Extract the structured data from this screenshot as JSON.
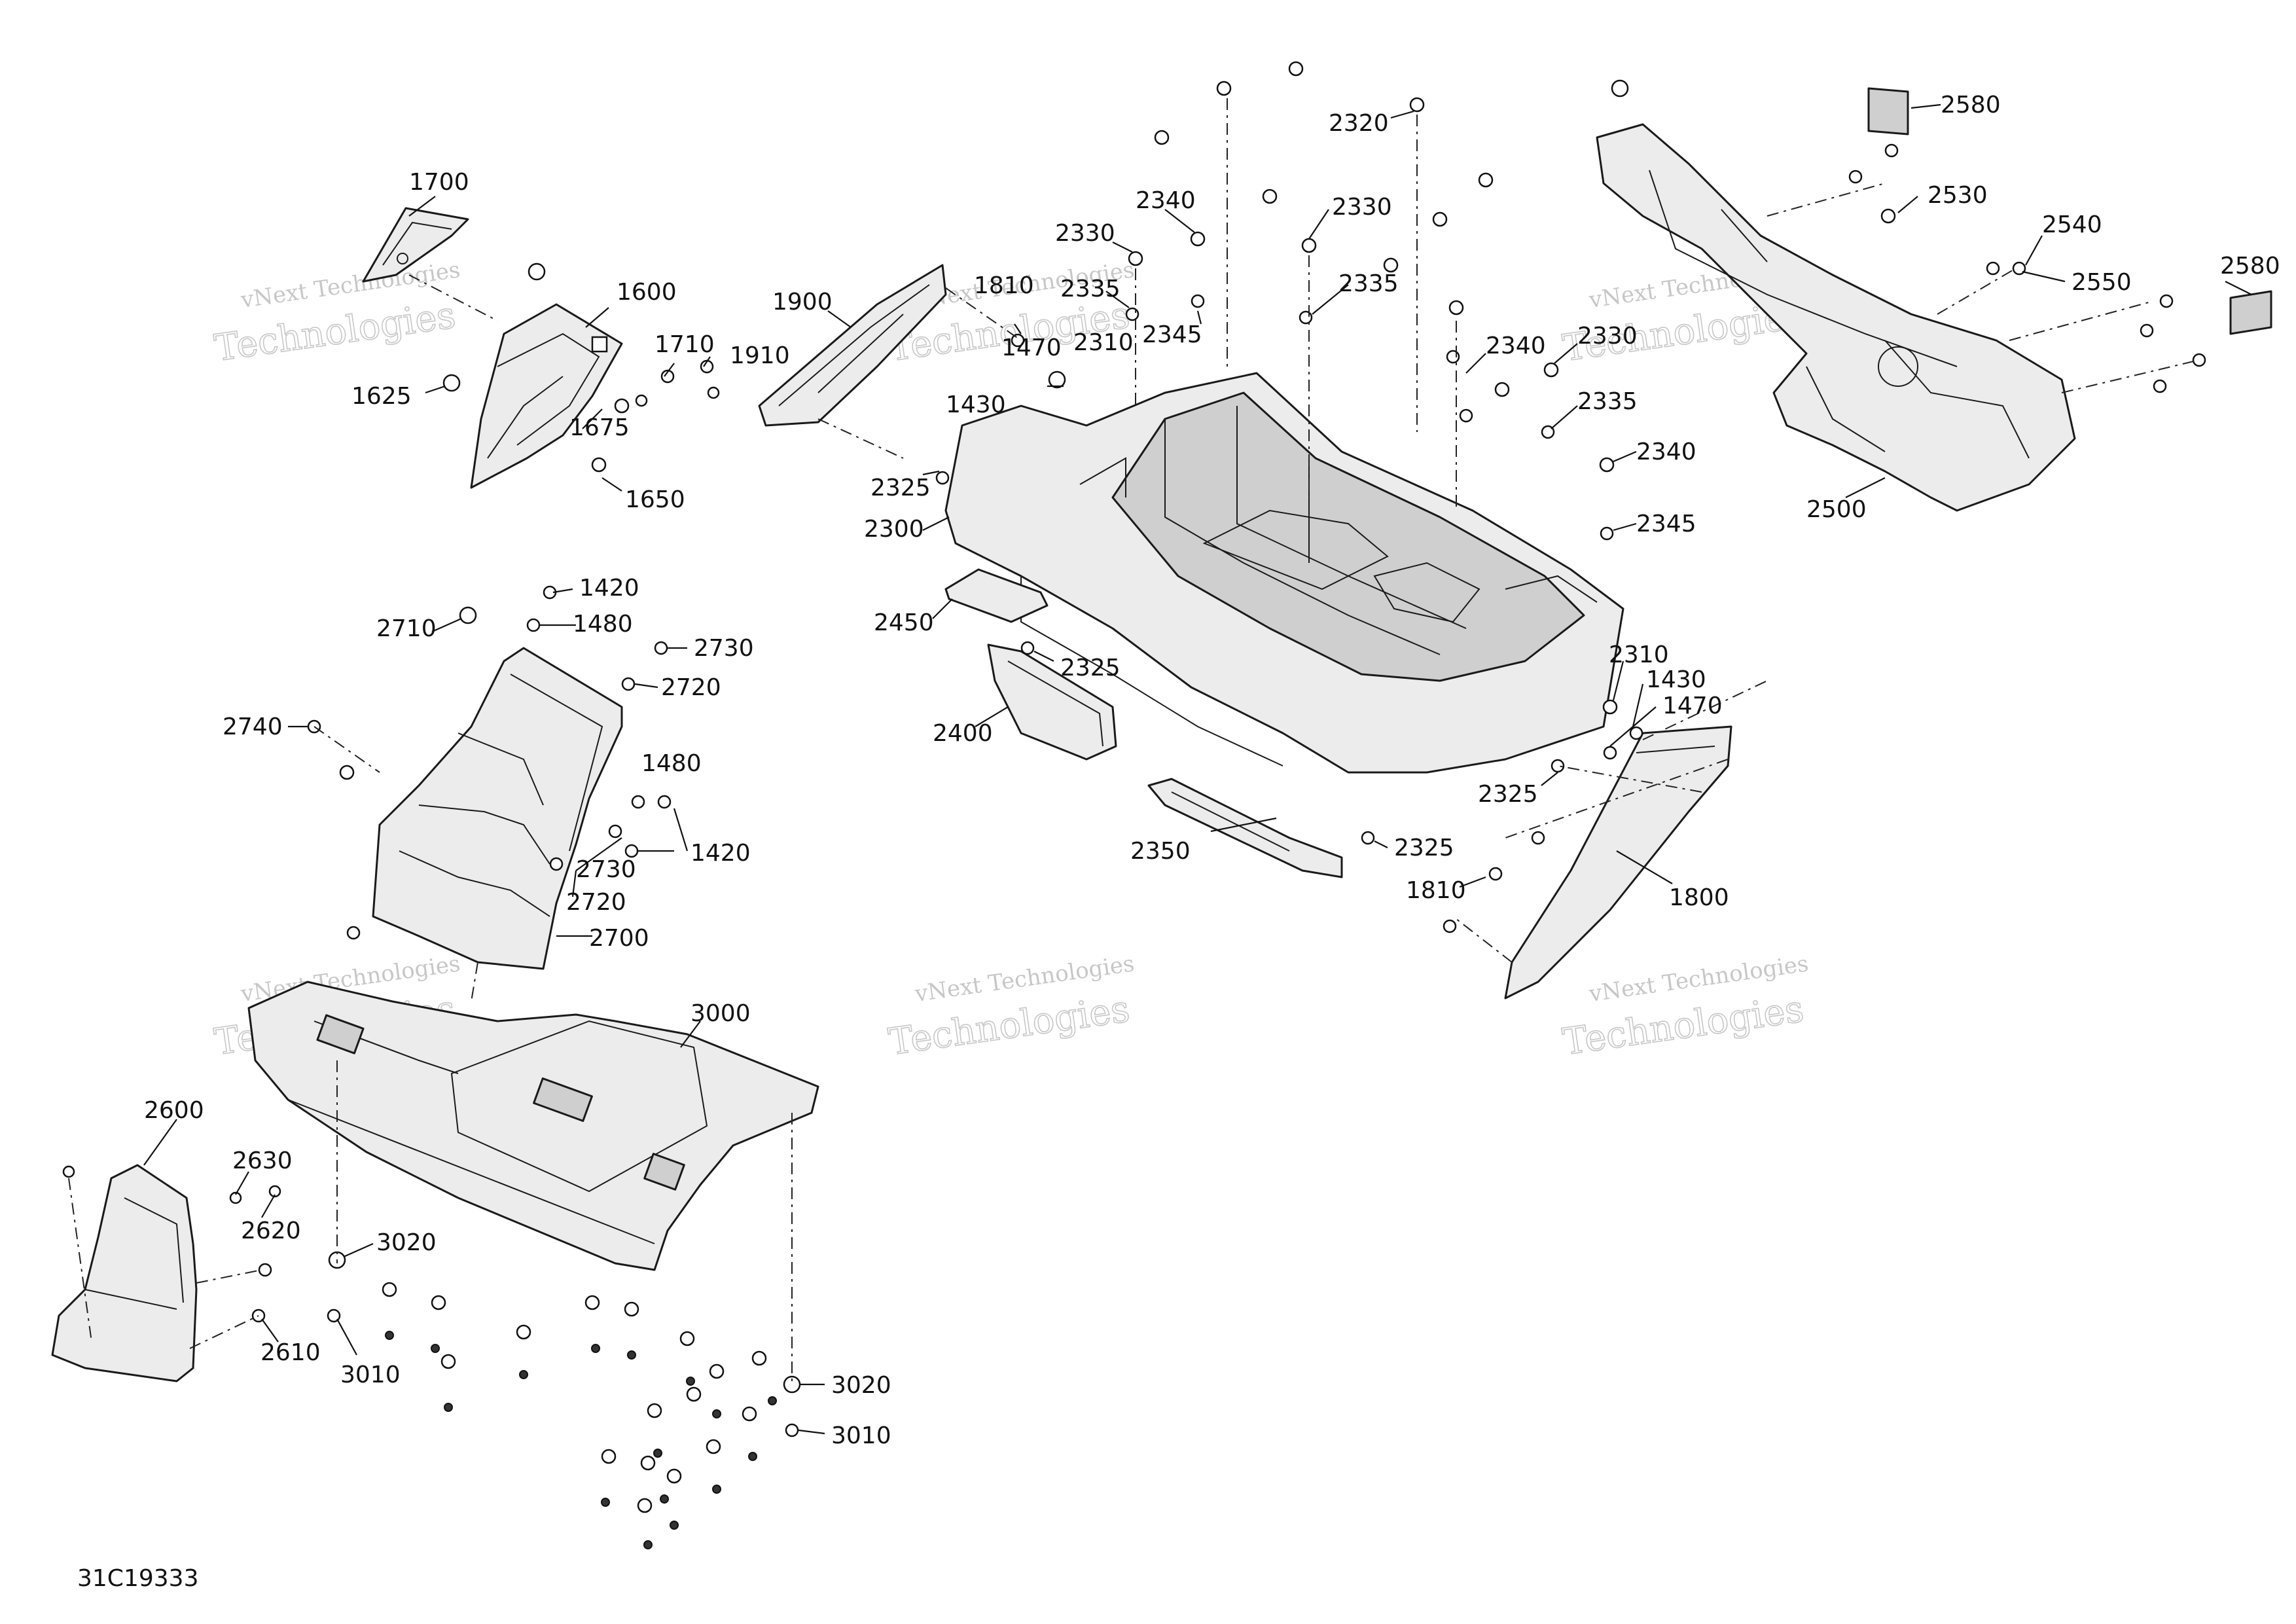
{
  "diagram_code": "31C19333",
  "watermark": {
    "line1": "vNext Technologies",
    "line2": "Technologies"
  },
  "callouts": [
    {
      "id": "c1700",
      "text": "1700"
    },
    {
      "id": "c1600",
      "text": "1600"
    },
    {
      "id": "c1710",
      "text": "1710"
    },
    {
      "id": "c1625",
      "text": "1625"
    },
    {
      "id": "c1675",
      "text": "1675"
    },
    {
      "id": "c1650",
      "text": "1650"
    },
    {
      "id": "c1910",
      "text": "1910"
    },
    {
      "id": "c1900",
      "text": "1900"
    },
    {
      "id": "c1810a",
      "text": "1810"
    },
    {
      "id": "c1470a",
      "text": "1470"
    },
    {
      "id": "c2310a",
      "text": "2310"
    },
    {
      "id": "c1430a",
      "text": "1430"
    },
    {
      "id": "c2325a",
      "text": "2325"
    },
    {
      "id": "c2300",
      "text": "2300"
    },
    {
      "id": "c2330a",
      "text": "2330"
    },
    {
      "id": "c2340a",
      "text": "2340"
    },
    {
      "id": "c2335a",
      "text": "2335"
    },
    {
      "id": "c2345a",
      "text": "2345"
    },
    {
      "id": "c2320",
      "text": "2320"
    },
    {
      "id": "c2330b",
      "text": "2330"
    },
    {
      "id": "c2335b",
      "text": "2335"
    },
    {
      "id": "c2340b",
      "text": "2340"
    },
    {
      "id": "c2330c",
      "text": "2330"
    },
    {
      "id": "c2335c",
      "text": "2335"
    },
    {
      "id": "c2340c",
      "text": "2340"
    },
    {
      "id": "c2345b",
      "text": "2345"
    },
    {
      "id": "c2580a",
      "text": "2580"
    },
    {
      "id": "c2530",
      "text": "2530"
    },
    {
      "id": "c2540",
      "text": "2540"
    },
    {
      "id": "c2550",
      "text": "2550"
    },
    {
      "id": "c2580b",
      "text": "2580"
    },
    {
      "id": "c2500",
      "text": "2500"
    },
    {
      "id": "c2450",
      "text": "2450"
    },
    {
      "id": "c2325b",
      "text": "2325"
    },
    {
      "id": "c2400",
      "text": "2400"
    },
    {
      "id": "c2310b",
      "text": "2310"
    },
    {
      "id": "c1430b",
      "text": "1430"
    },
    {
      "id": "c1470b",
      "text": "1470"
    },
    {
      "id": "c2325c",
      "text": "2325"
    },
    {
      "id": "c2325d",
      "text": "2325"
    },
    {
      "id": "c1810b",
      "text": "1810"
    },
    {
      "id": "c1800",
      "text": "1800"
    },
    {
      "id": "c2350",
      "text": "2350"
    },
    {
      "id": "c1420a",
      "text": "1420"
    },
    {
      "id": "c1480a",
      "text": "1480"
    },
    {
      "id": "c2710",
      "text": "2710"
    },
    {
      "id": "c2730a",
      "text": "2730"
    },
    {
      "id": "c2720a",
      "text": "2720"
    },
    {
      "id": "c2740",
      "text": "2740"
    },
    {
      "id": "c1480b",
      "text": "1480"
    },
    {
      "id": "c1420b",
      "text": "1420"
    },
    {
      "id": "c2730b",
      "text": "2730"
    },
    {
      "id": "c2720b",
      "text": "2720"
    },
    {
      "id": "c2700",
      "text": "2700"
    },
    {
      "id": "c3000",
      "text": "3000"
    },
    {
      "id": "c2600",
      "text": "2600"
    },
    {
      "id": "c2630",
      "text": "2630"
    },
    {
      "id": "c2620",
      "text": "2620"
    },
    {
      "id": "c2610",
      "text": "2610"
    },
    {
      "id": "c3020a",
      "text": "3020"
    },
    {
      "id": "c3010a",
      "text": "3010"
    },
    {
      "id": "c3020b",
      "text": "3020"
    },
    {
      "id": "c3010b",
      "text": "3010"
    }
  ]
}
